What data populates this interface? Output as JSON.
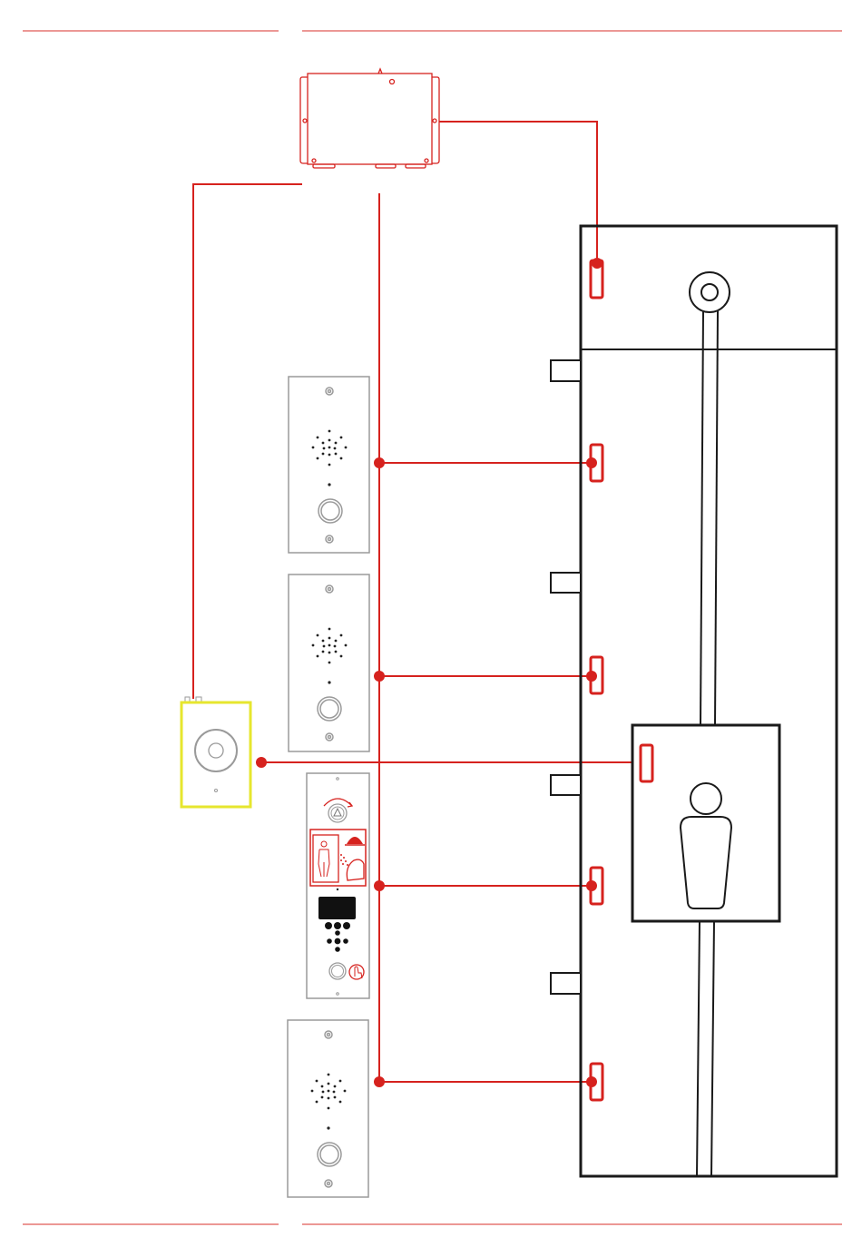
{
  "diagram": {
    "labels": [],
    "colors": {
      "accent": "#d6221e",
      "hairline": "#e05a56",
      "panel_outline": "#9a9a9a",
      "shaft": "#1a1a1a",
      "highlight": "#e6e62e"
    },
    "devices": [
      {
        "name": "control-unit-box"
      },
      {
        "name": "intercom-panel-1"
      },
      {
        "name": "intercom-panel-2"
      },
      {
        "name": "intercom-panel-3"
      },
      {
        "name": "emergency-panel"
      },
      {
        "name": "push-button-unit"
      }
    ],
    "elements": [
      {
        "name": "elevator-shaft"
      },
      {
        "name": "elevator-car"
      },
      {
        "name": "passenger-icon"
      },
      {
        "name": "pulley-icon"
      }
    ]
  }
}
